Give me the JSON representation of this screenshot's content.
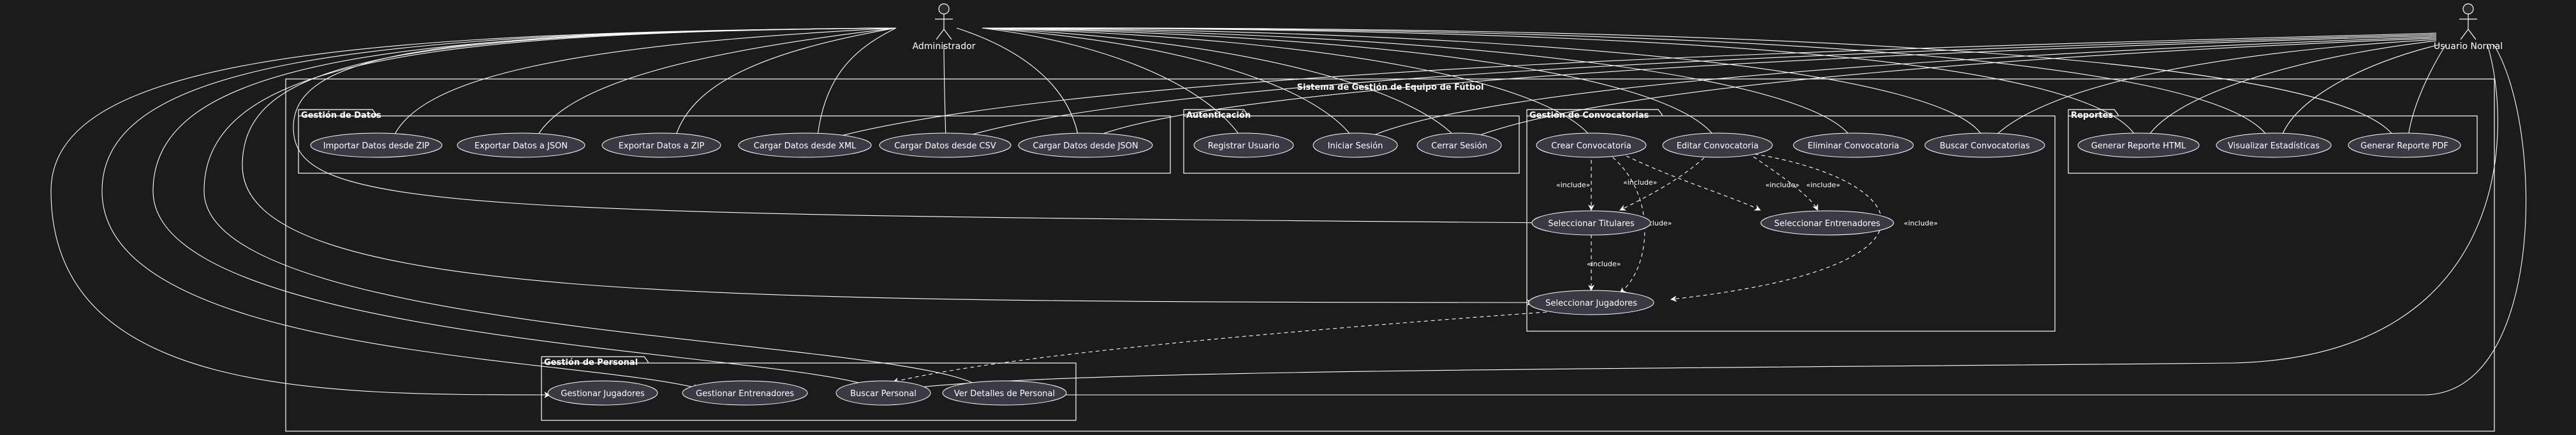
{
  "system": {
    "title": "Sistema de Gestión de Equipo de Fútbol"
  },
  "actors": {
    "admin": "Administrador",
    "user": "Usuario Normal"
  },
  "packages": {
    "datos": "Gestión de Datos",
    "auth": "Autenticación",
    "conv": "Gestión de Convocatorias",
    "reportes": "Reportes",
    "personal": "Gestión de Personal"
  },
  "use_cases": {
    "importar_zip": "Importar Datos desde ZIP",
    "exportar_json": "Exportar Datos a JSON",
    "exportar_zip": "Exportar Datos a ZIP",
    "cargar_xml": "Cargar Datos desde XML",
    "cargar_csv": "Cargar Datos desde CSV",
    "cargar_json": "Cargar Datos desde JSON",
    "registrar": "Registrar Usuario",
    "iniciar": "Iniciar Sesión",
    "cerrar": "Cerrar Sesión",
    "crear_conv": "Crear Convocatoria",
    "editar_conv": "Editar Convocatoria",
    "eliminar_conv": "Eliminar Convocatoria",
    "buscar_conv": "Buscar Convocatorias",
    "sel_titulares": "Seleccionar Titulares",
    "sel_entrenadores": "Seleccionar Entrenadores",
    "sel_jugadores": "Seleccionar Jugadores",
    "reporte_html": "Generar Reporte HTML",
    "estadisticas": "Visualizar Estadísticas",
    "reporte_pdf": "Generar Reporte PDF",
    "gest_jugadores": "Gestionar Jugadores",
    "gest_entrenadores": "Gestionar Entrenadores",
    "buscar_personal": "Buscar Personal",
    "ver_detalles": "Ver Detalles de Personal"
  },
  "include_label": "«include»",
  "colors": {
    "background": "#1b1b1b",
    "line": "#ffffff",
    "usecase_fill": "#3a3a44",
    "actor_fill": "#2b2b2b"
  }
}
